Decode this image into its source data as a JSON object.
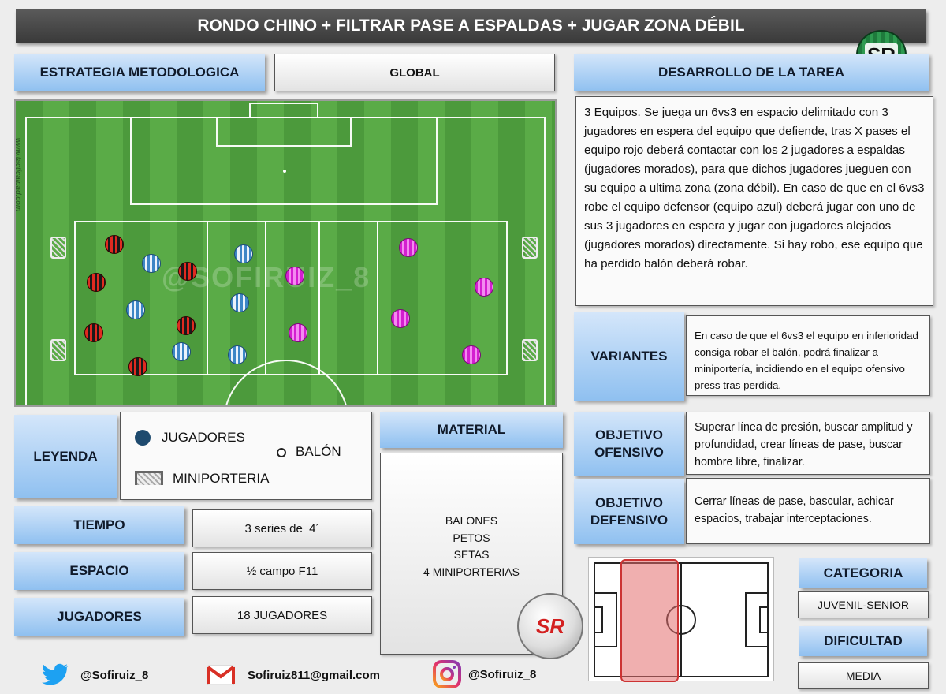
{
  "title": "RONDO CHINO + FILTRAR PASE A ESPALDAS + JUGAR ZONA DÉBIL",
  "logo_text": "SR",
  "estrategia": {
    "label": "ESTRATEGIA METODOLOGICA",
    "value": "GLOBAL"
  },
  "desarrollo": {
    "label": "DESARROLLO DE LA TAREA",
    "text": "3 Equipos. Se juega un 6vs3 en espacio delimitado con 3 jugadores en espera del equipo que defiende, tras X pases el equipo rojo deberá contactar con los 2 jugadores a espaldas (jugadores morados), para que dichos jugadores jueguen con su equipo a ultima zona (zona débil). En caso de que en el 6vs3 robe el equipo defensor (equipo azul) deberá jugar con uno de sus 3 jugadores en espera y jugar con jugadores alejados (jugadores morados) directamente. Si hay robo, ese equipo que ha perdido balón deberá robar."
  },
  "pitch": {
    "watermark": "@SOFIRUIZ_8",
    "side_text": "www.tacticalpad.com"
  },
  "variantes": {
    "label": "VARIANTES",
    "text": "En caso de que el 6vs3 el equipo en inferioridad consiga robar el balón, podrá finalizar a miniportería, incidiendo en el equipo ofensivo press tras perdida."
  },
  "objetivo_ofensivo": {
    "label": "OBJETIVO OFENSIVO",
    "text": "Superar línea de presión, buscar amplitud y profundidad, crear líneas de pase, buscar hombre libre, finalizar."
  },
  "objetivo_defensivo": {
    "label": "OBJETIVO DEFENSIVO",
    "text": "Cerrar líneas de pase, bascular, achicar espacios, trabajar interceptaciones."
  },
  "leyenda": {
    "label": "LEYENDA",
    "jugadores": "JUGADORES",
    "balon": "BALÓN",
    "miniporteria": "MINIPORTERIA"
  },
  "material": {
    "label": "MATERIAL",
    "items": [
      "BALONES",
      "PETOS",
      "SETAS",
      "4 MINIPORTERIAS"
    ]
  },
  "tiempo": {
    "label": "TIEMPO",
    "value": "3 series de  4´"
  },
  "espacio": {
    "label": "ESPACIO",
    "value": "½ campo F11"
  },
  "jugadores": {
    "label": "JUGADORES",
    "value": "18 JUGADORES"
  },
  "categoria": {
    "label": "CATEGORIA",
    "value": "JUVENIL-SENIOR"
  },
  "dificultad": {
    "label": "DIFICULTAD",
    "value": "MEDIA"
  },
  "footer": {
    "twitter": "@Sofiruiz_8",
    "email": "Sofiruiz811@gmail.com",
    "instagram": "@Sofiruiz_8"
  },
  "badge_text": "SR",
  "colors": {
    "twitter": "#1da1f2",
    "gmail": "#d93025",
    "team_red": "#e02a20",
    "team_blue": "#3d86c6",
    "team_purple": "#d41ed0"
  }
}
